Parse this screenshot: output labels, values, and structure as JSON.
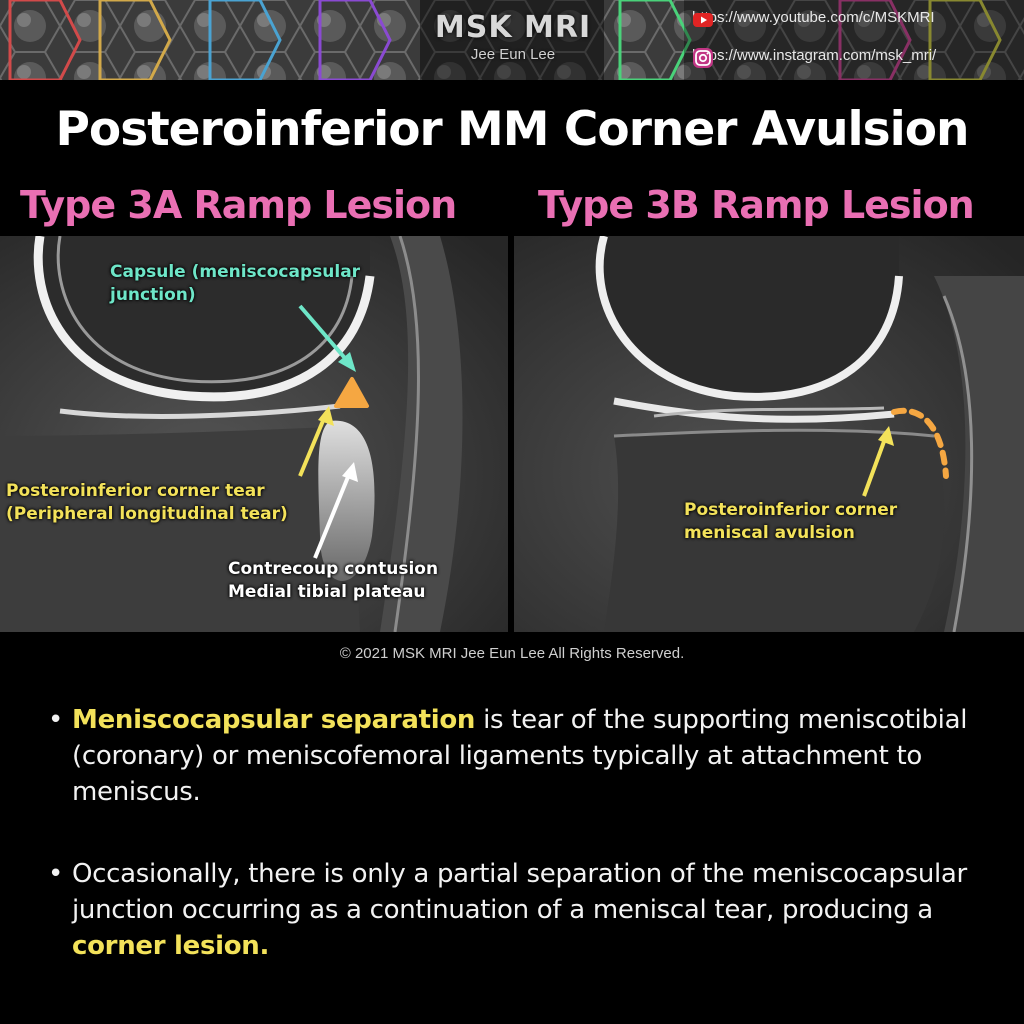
{
  "header": {
    "brand": "MSK MRI",
    "author": "Jee Eun Lee",
    "youtube": {
      "icon": "youtube-icon",
      "url": "https://www.youtube.com/c/MSKMRI"
    },
    "instagram": {
      "icon": "instagram-icon",
      "url": "https://www.instagram.com/msk_mri/"
    }
  },
  "title": "Posteroinferior MM Corner Avulsion",
  "panels": {
    "left": {
      "heading": "Type 3A Ramp Lesion",
      "labels": {
        "capsule": [
          "Capsule (meniscocapsular",
          "junction)"
        ],
        "tear": [
          "Posteroinferior corner tear",
          "(Peripheral longitudinal tear)"
        ],
        "contusion": [
          "Contrecoup contusion",
          "Medial tibial plateau"
        ]
      }
    },
    "right": {
      "heading": "Type 3B Ramp Lesion",
      "labels": {
        "avulsion": [
          "Posteroinferior corner",
          "meniscal avulsion"
        ]
      }
    }
  },
  "copyright": "© 2021 MSK MRI Jee Eun Lee All Rights Reserved.",
  "bullets": [
    {
      "highlight": "Meniscocapsular separation",
      "text": " is tear of the supporting meniscotibial (coronary) or meniscofemoral ligaments typically at attachment to meniscus."
    },
    {
      "text": "Occasionally, there is only a partial separation of the meniscocapsular junction occurring as a continuation of a meniscal tear, producing a ",
      "highlight": "corner lesion."
    }
  ],
  "colors": {
    "accent_pink": "#e96fb3",
    "label_teal": "#6ee6c8",
    "label_yellow": "#f3e25a",
    "marker_orange": "#f5a742"
  }
}
